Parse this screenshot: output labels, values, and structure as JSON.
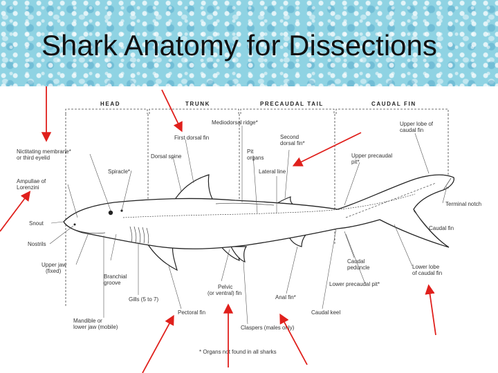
{
  "slide": {
    "title": "Shark Anatomy for Dissections"
  },
  "sections": {
    "head": "HEAD",
    "trunk": "TRUNK",
    "precaudal": "PRECAUDAL TAIL",
    "caudal": "CAUDAL FIN"
  },
  "labels": {
    "nictitating_1": "Nictitating membrane*",
    "nictitating_2": "or third eyelid",
    "spiracle": "Spiracle*",
    "ampullae_1": "Ampullae of",
    "ampullae_2": "Lorenzini",
    "snout": "Snout",
    "nostrils": "Nostrils",
    "upper_jaw_1": "Upper jaw",
    "upper_jaw_2": "(fixed)",
    "branchial_1": "Branchial",
    "branchial_2": "groove",
    "gills": "Gills (5 to 7)",
    "mandible_1": "Mandible or",
    "mandible_2": "lower jaw (mobile)",
    "first_dorsal": "First dorsal fin",
    "dorsal_spine": "Dorsal spine",
    "mediodorsal": "Mediodorsal ridge*",
    "pit_organs_1": "Pit",
    "pit_organs_2": "organs",
    "lateral_line": "Lateral line",
    "second_dorsal_1": "Second",
    "second_dorsal_2": "dorsal fin*",
    "upper_precaudal_1": "Upper precaudal",
    "upper_precaudal_2": "pit*",
    "upper_lobe_1": "Upper lobe of",
    "upper_lobe_2": "caudal fin",
    "terminal_notch": "Terminal notch",
    "caudal_fin": "Caudal fin",
    "caudal_peduncle_1": "Caudal",
    "caudal_peduncle_2": "peduncle",
    "lower_precaudal": "Lower precaudal pit*",
    "lower_lobe_1": "Lower lobe",
    "lower_lobe_2": "of caudal fin",
    "pelvic_1": "Pelvic",
    "pelvic_2": "(or ventral) fin",
    "anal_fin": "Anal fin*",
    "caudal_keel": "Caudal keel",
    "pectoral_fin": "Pectoral fin",
    "claspers": "Claspers (males only)",
    "footnote": "* Organs not found in all sharks"
  },
  "colors": {
    "arrow": "#e0201c",
    "header": "#8fd3e3"
  }
}
